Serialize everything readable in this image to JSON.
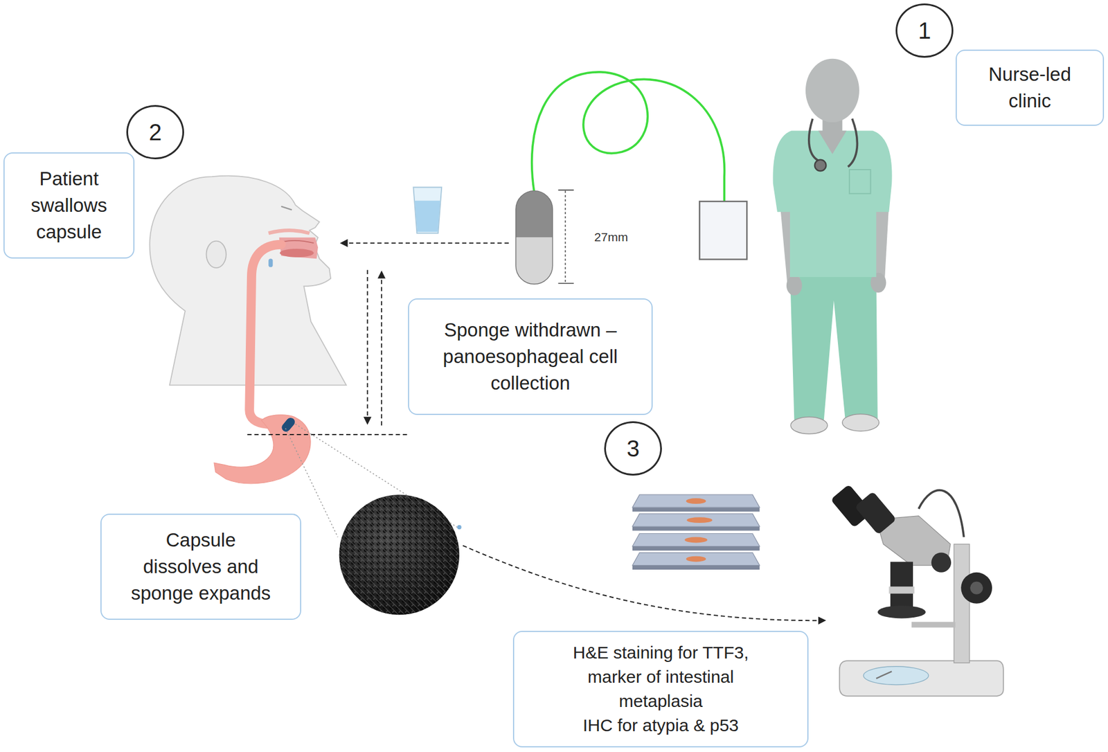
{
  "diagram": {
    "nodes": [
      {
        "text": [
          "1"
        ]
      },
      {
        "text": [
          "Nurse-led clinic"
        ]
      },
      {
        "text": [
          "2"
        ]
      },
      {
        "text": [
          "Patient swallows capsule"
        ]
      },
      {
        "text": [
          "Sponge withdrawn – panoesophageal cell collection"
        ]
      },
      {
        "text": [
          "3"
        ]
      },
      {
        "text": [
          "Capsule dissolves and sponge expands"
        ]
      },
      {
        "text": [
          "H&E staining for TTF3, marker of intestinal metaplasia",
          "IHC for atypia & p53"
        ]
      }
    ],
    "labels": [
      "27mm"
    ]
  }
}
